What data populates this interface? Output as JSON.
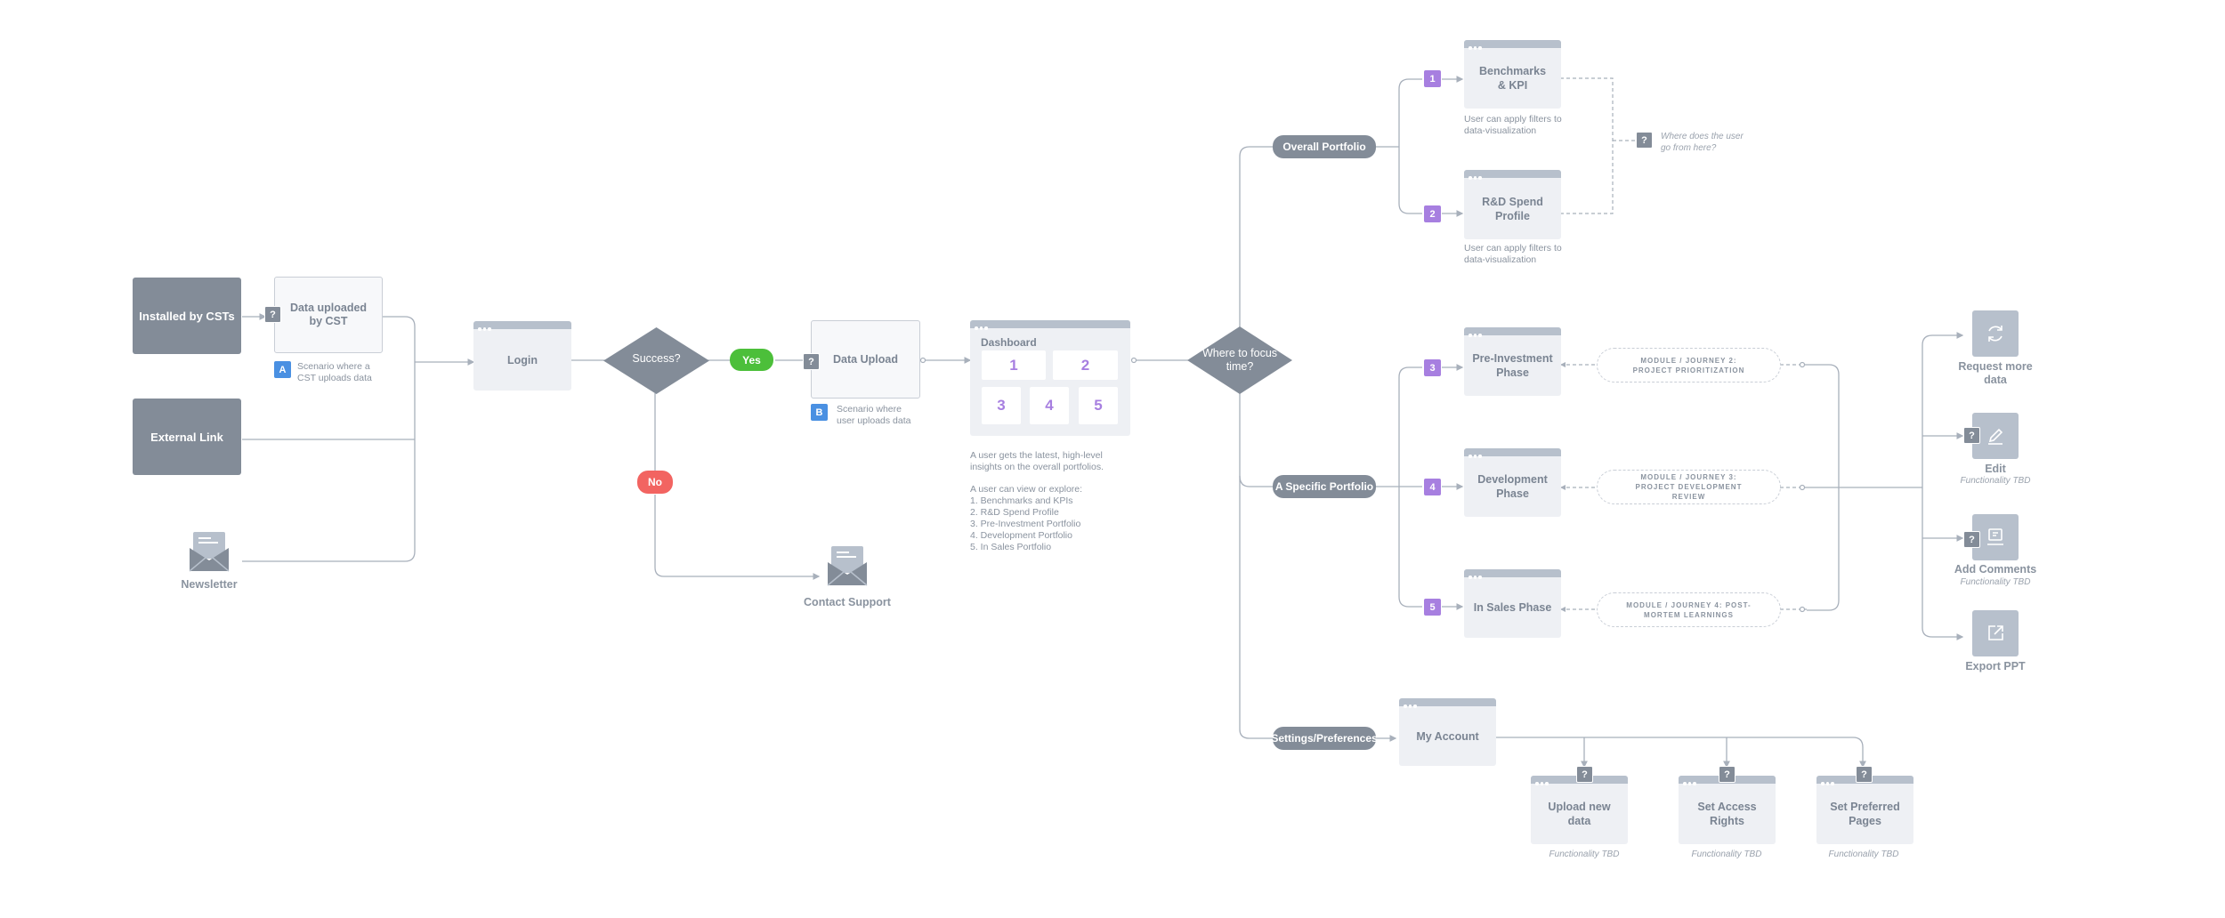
{
  "entry": {
    "installed": "Installed by CSTs",
    "data_uploaded": "Data uploaded by CST",
    "scenario_a_badge": "A",
    "scenario_a_note": "Scenario where a CST uploads data",
    "external_link": "External Link",
    "newsletter": "Newsletter"
  },
  "flow": {
    "login": "Login",
    "success": "Success?",
    "yes": "Yes",
    "no": "No",
    "contact_support": "Contact Support",
    "data_upload": "Data Upload",
    "scenario_b_badge": "B",
    "scenario_b_note": "Scenario where user uploads data",
    "q": "?"
  },
  "dashboard": {
    "title": "Dashboard",
    "cards": [
      "1",
      "2",
      "3",
      "4",
      "5"
    ],
    "note_intro": "A user gets the latest, high-level insights on the overall portfolios.",
    "note_explore": "A user can view or explore:",
    "note_items": [
      "1. Benchmarks and KPIs",
      "2. R&D Spend Profile",
      "3. Pre-Investment Portfolio",
      "4. Development Portfolio",
      "5. In Sales Portfolio"
    ]
  },
  "focus": "Where to focus time?",
  "branches": {
    "overall": "Overall Portfolio",
    "specific": "A Specific Portfolio",
    "settings": "Settings/Preferences"
  },
  "overall_items": [
    {
      "badge": "1",
      "label": "Benchmarks & KPI",
      "note": "User can apply filters to data-visualization"
    },
    {
      "badge": "2",
      "label": "R&D Spend Profile",
      "note": "User can apply filters to data-visualization"
    }
  ],
  "where_next": "Where does the user go from here?",
  "specific_items": [
    {
      "badge": "3",
      "label": "Pre-Investment Phase",
      "module": "MODULE / JOURNEY 2: PROJECT PRIORITIZATION"
    },
    {
      "badge": "4",
      "label": "Development Phase",
      "module": "MODULE / JOURNEY 3: PROJECT DEVELOPMENT REVIEW"
    },
    {
      "badge": "5",
      "label": "In Sales Phase",
      "module": "MODULE / JOURNEY 4: POST-MORTEM LEARNINGS"
    }
  ],
  "actions": [
    {
      "icon": "refresh-icon",
      "label": "Request more data",
      "sub": ""
    },
    {
      "icon": "edit-icon",
      "label": "Edit",
      "sub": "Functionality TBD"
    },
    {
      "icon": "comment-icon",
      "label": "Add Comments",
      "sub": "Functionality TBD"
    },
    {
      "icon": "export-icon",
      "label": "Export PPT",
      "sub": ""
    }
  ],
  "settings": {
    "my_account": "My Account",
    "children": [
      {
        "label": "Upload new data",
        "sub": "Functionality TBD"
      },
      {
        "label": "Set Access Rights",
        "sub": "Functionality TBD"
      },
      {
        "label": "Set Preferred Pages",
        "sub": "Functionality TBD"
      }
    ]
  },
  "colors": {
    "dark": "#838c98",
    "window_bar": "#b7c0cc",
    "purple": "#a77fe0",
    "blue": "#4a90e2",
    "yes_green": "#4cbf3a",
    "no_red": "#f26461",
    "line": "#a8b0bb"
  }
}
